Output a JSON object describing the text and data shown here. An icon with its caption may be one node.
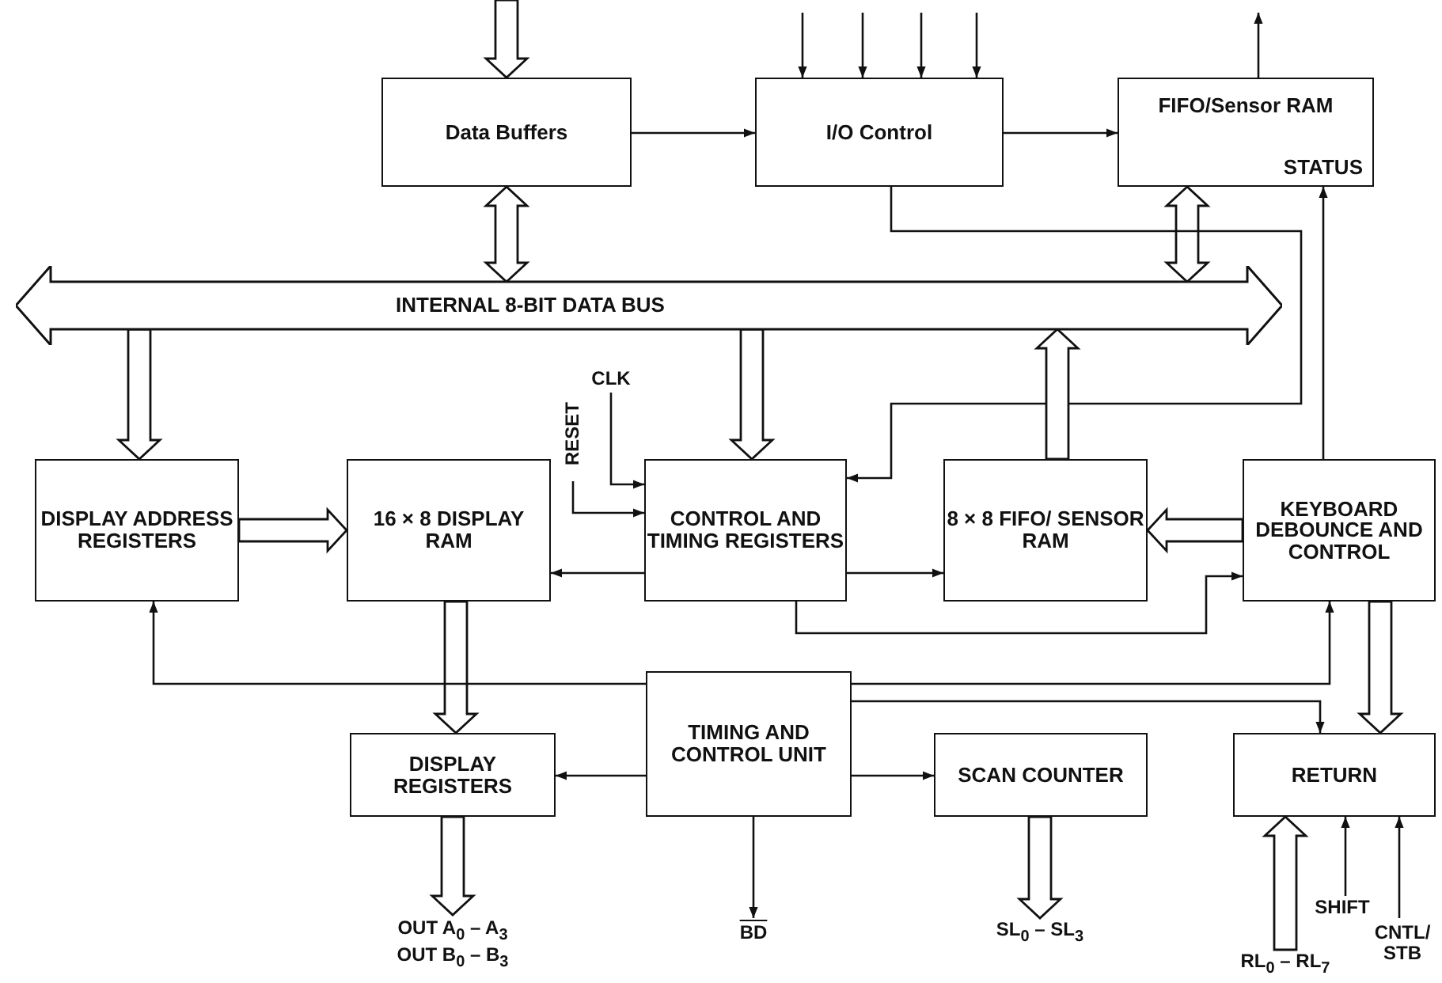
{
  "diagram": {
    "nodes": [
      {
        "text": [
          "Data Buffers"
        ]
      },
      {
        "text": [
          "I/O Control"
        ]
      },
      {
        "text": [
          "FIFO/Sensor RAM",
          "STATUS"
        ]
      },
      {
        "text": [
          "INTERNAL 8-BIT DATA BUS"
        ]
      },
      {
        "text": [
          "DISPLAY ADDRESS REGISTERS"
        ]
      },
      {
        "text": [
          "16 × 8 DISPLAY RAM"
        ]
      },
      {
        "text": [
          "CONTROL AND TIMING REGISTERS"
        ]
      },
      {
        "text": [
          "8 × 8 FIFO/ SENSOR RAM"
        ]
      },
      {
        "text": [
          "KEYBOARD DEBOUNCE AND CONTROL"
        ]
      },
      {
        "text": [
          "TIMING AND CONTROL UNIT"
        ]
      },
      {
        "text": [
          "DISPLAY REGISTERS"
        ]
      },
      {
        "text": [
          "SCAN COUNTER"
        ]
      },
      {
        "text": [
          "RETURN"
        ]
      },
      {
        "text": [
          "CLK"
        ]
      },
      {
        "text": [
          "RESET"
        ]
      },
      {
        "text": [
          "OUT A$_{0}$ – A$_{3}$",
          "OUT B$_{0}$ – B$_{3}$"
        ]
      },
      {
        "text": [
          "BD"
        ]
      },
      {
        "text": [
          "SL$_{0}$ – SL$_{3}$"
        ]
      },
      {
        "text": [
          "RL$_{0}$ – RL$_{7}$"
        ]
      },
      {
        "text": [
          "SHIFT"
        ]
      },
      {
        "text": [
          "CNTL/ STB"
        ]
      }
    ],
    "edges": [
      {
        "from": null,
        "to": 0,
        "arrow": "to",
        "style": "thick"
      },
      {
        "from": 0,
        "to": 3,
        "arrow": "both",
        "style": "thick"
      },
      {
        "from": 0,
        "to": 1,
        "arrow": "to"
      },
      {
        "from": null,
        "to": 1,
        "arrow": "to"
      },
      {
        "from": null,
        "to": 1,
        "arrow": "to"
      },
      {
        "from": null,
        "to": 1,
        "arrow": "to"
      },
      {
        "from": null,
        "to": 1,
        "arrow": "to"
      },
      {
        "from": 1,
        "to": 2,
        "arrow": "to"
      },
      {
        "from": 2,
        "to": null,
        "arrow": "to"
      },
      {
        "from": 2,
        "to": 3,
        "arrow": "both",
        "style": "thick"
      },
      {
        "from": 1,
        "to": 6,
        "arrow": "to"
      },
      {
        "from": 3,
        "to": 4,
        "arrow": "to",
        "style": "thick"
      },
      {
        "from": 3,
        "to": 6,
        "arrow": "to",
        "style": "thick"
      },
      {
        "from": 7,
        "to": 3,
        "arrow": "to",
        "style": "thick"
      },
      {
        "from": 8,
        "to": 2,
        "arrow": "to"
      },
      {
        "from": 4,
        "to": 5,
        "arrow": "to",
        "style": "thick"
      },
      {
        "from": 13,
        "to": 6,
        "arrow": "to"
      },
      {
        "from": 14,
        "to": 6,
        "arrow": "to"
      },
      {
        "from": 6,
        "to": 5,
        "arrow": "to"
      },
      {
        "from": 6,
        "to": 7,
        "arrow": "to"
      },
      {
        "from": 6,
        "to": 8,
        "arrow": "to"
      },
      {
        "from": 8,
        "to": 7,
        "arrow": "to",
        "style": "thick"
      },
      {
        "from": 5,
        "to": 10,
        "arrow": "to",
        "style": "thick"
      },
      {
        "from": 9,
        "to": 4,
        "arrow": "to"
      },
      {
        "from": 9,
        "to": 8,
        "arrow": "to"
      },
      {
        "from": 9,
        "to": 12,
        "arrow": "to"
      },
      {
        "from": 9,
        "to": 10,
        "arrow": "to"
      },
      {
        "from": 9,
        "to": 11,
        "arrow": "to"
      },
      {
        "from": 9,
        "to": 16,
        "arrow": "to"
      },
      {
        "from": 10,
        "to": 15,
        "arrow": "to",
        "style": "thick"
      },
      {
        "from": 11,
        "to": 17,
        "arrow": "to",
        "style": "thick"
      },
      {
        "from": 8,
        "to": 12,
        "arrow": "to",
        "style": "thick"
      },
      {
        "from": 18,
        "to": 12,
        "arrow": "to",
        "style": "thick"
      },
      {
        "from": 19,
        "to": 12,
        "arrow": "to"
      },
      {
        "from": 20,
        "to": 12,
        "arrow": "to"
      }
    ]
  }
}
